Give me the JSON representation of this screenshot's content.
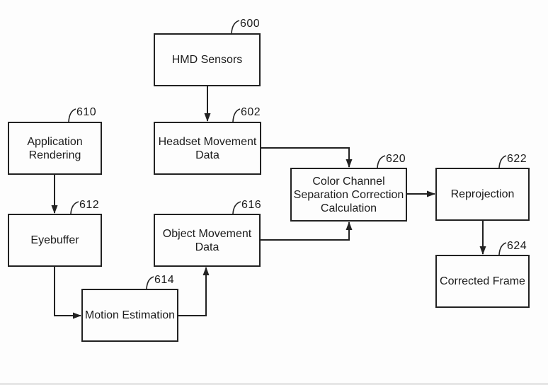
{
  "diagram": {
    "type": "flowchart",
    "style": "patent-figure-block-diagram",
    "background_color": "#fdfdfd",
    "line_color": "#222222",
    "nodes": [
      {
        "ref": "600",
        "label": "HMD Sensors"
      },
      {
        "ref": "602",
        "label": "Headset Movement\nData"
      },
      {
        "ref": "610",
        "label": "Application\nRendering"
      },
      {
        "ref": "612",
        "label": "Eyebuffer"
      },
      {
        "ref": "614",
        "label": "Motion Estimation"
      },
      {
        "ref": "616",
        "label": "Object Movement\nData"
      },
      {
        "ref": "620",
        "label": "Color Channel\nSeparation Correction\nCalculation"
      },
      {
        "ref": "622",
        "label": "Reprojection"
      },
      {
        "ref": "624",
        "label": "Corrected Frame"
      }
    ],
    "edges": [
      {
        "from": "600",
        "to": "602",
        "description": "HMD Sensors down to Headset Movement Data"
      },
      {
        "from": "610",
        "to": "612",
        "description": "Application Rendering down to Eyebuffer"
      },
      {
        "from": "612",
        "to": "614",
        "description": "Eyebuffer down then right into Motion Estimation"
      },
      {
        "from": "614",
        "to": "616",
        "description": "Motion Estimation right then up into Object Movement Data"
      },
      {
        "from": "602",
        "to": "620",
        "description": "Headset Movement Data right then down into Color Channel Separation Correction Calculation top"
      },
      {
        "from": "616",
        "to": "620",
        "description": "Object Movement Data right then up into Color Channel Separation Correction Calculation bottom"
      },
      {
        "from": "620",
        "to": "622",
        "description": "Color Channel Separation Correction Calculation right to Reprojection"
      },
      {
        "from": "622",
        "to": "624",
        "description": "Reprojection down to Corrected Frame"
      }
    ]
  }
}
